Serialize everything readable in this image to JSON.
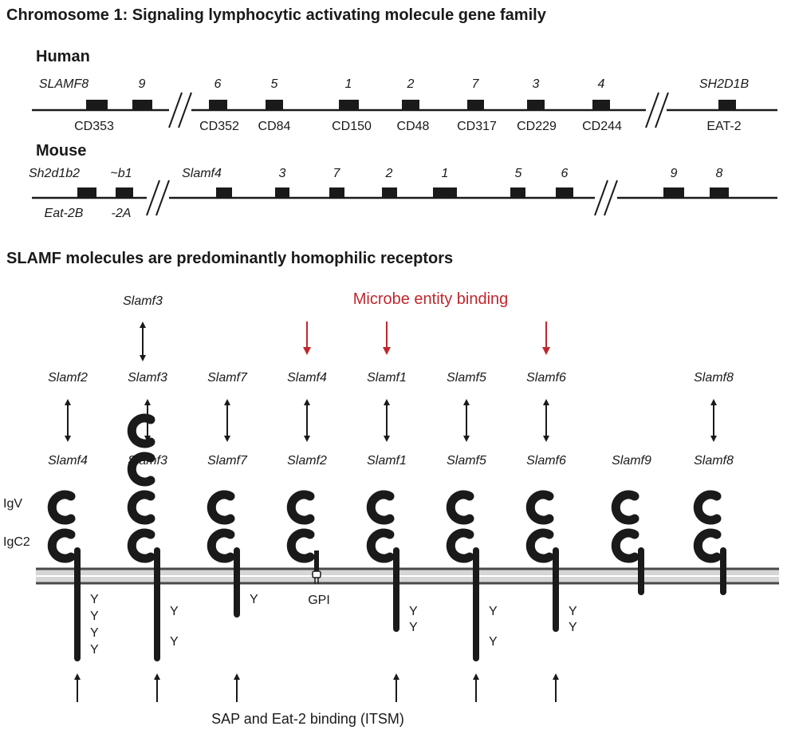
{
  "section1": {
    "title": "Chromosome 1: Signaling lymphocytic activating molecule gene family",
    "human": {
      "label": "Human",
      "genes": [
        {
          "top": "SLAMF8",
          "bottom": "CD353"
        },
        {
          "top": "9",
          "bottom": ""
        },
        {
          "top": "6",
          "bottom": "CD352"
        },
        {
          "top": "5",
          "bottom": "CD84"
        },
        {
          "top": "1",
          "bottom": "CD150"
        },
        {
          "top": "2",
          "bottom": "CD48"
        },
        {
          "top": "7",
          "bottom": "CD317"
        },
        {
          "top": "3",
          "bottom": "CD229"
        },
        {
          "top": "4",
          "bottom": "CD244"
        },
        {
          "top": "SH2D1B",
          "bottom": "EAT-2"
        }
      ]
    },
    "mouse": {
      "label": "Mouse",
      "genes": [
        {
          "top": "Sh2d1b2",
          "bottom": "Eat-2B"
        },
        {
          "top": "~b1",
          "bottom": "-2A"
        },
        {
          "top": "Slamf4",
          "bottom": ""
        },
        {
          "top": "3",
          "bottom": ""
        },
        {
          "top": "7",
          "bottom": ""
        },
        {
          "top": "2",
          "bottom": ""
        },
        {
          "top": "1",
          "bottom": ""
        },
        {
          "top": "5",
          "bottom": ""
        },
        {
          "top": "6",
          "bottom": ""
        },
        {
          "top": "9",
          "bottom": ""
        },
        {
          "top": "8",
          "bottom": ""
        }
      ]
    }
  },
  "section2": {
    "title": "SLAMF molecules are predominantly homophilic receptors",
    "microbe_label": "Microbe entity binding",
    "domain_labels": {
      "igv": "IgV",
      "igc2": "IgC2"
    },
    "gpi_label": "GPI",
    "tyrosine": "Y",
    "bottom_label": "SAP and Eat-2 binding (ITSM)",
    "receptors": [
      {
        "name": "Slamf4",
        "partner": "Slamf2",
        "itsm": 4,
        "sap_binding": true,
        "microbe": false
      },
      {
        "name": "Slamf3",
        "partner": "Slamf3",
        "top_partner": "Slamf3",
        "itsm": 2,
        "sap_binding": true,
        "microbe": false
      },
      {
        "name": "Slamf7",
        "partner": "Slamf7",
        "itsm": 1,
        "sap_binding": true,
        "microbe": false
      },
      {
        "name": "Slamf2",
        "partner": "Slamf4",
        "itsm": 0,
        "gpi": true,
        "sap_binding": false,
        "microbe": true
      },
      {
        "name": "Slamf1",
        "partner": "Slamf1",
        "itsm": 2,
        "sap_binding": true,
        "microbe": true
      },
      {
        "name": "Slamf5",
        "partner": "Slamf5",
        "itsm": 2,
        "sap_binding": true,
        "microbe": false
      },
      {
        "name": "Slamf6",
        "partner": "Slamf6",
        "itsm": 2,
        "sap_binding": true,
        "microbe": true
      },
      {
        "name": "Slamf9",
        "partner": "",
        "itsm": 0,
        "sap_binding": false,
        "microbe": false
      },
      {
        "name": "Slamf8",
        "partner": "Slamf8",
        "itsm": 0,
        "sap_binding": false,
        "microbe": false
      }
    ]
  }
}
